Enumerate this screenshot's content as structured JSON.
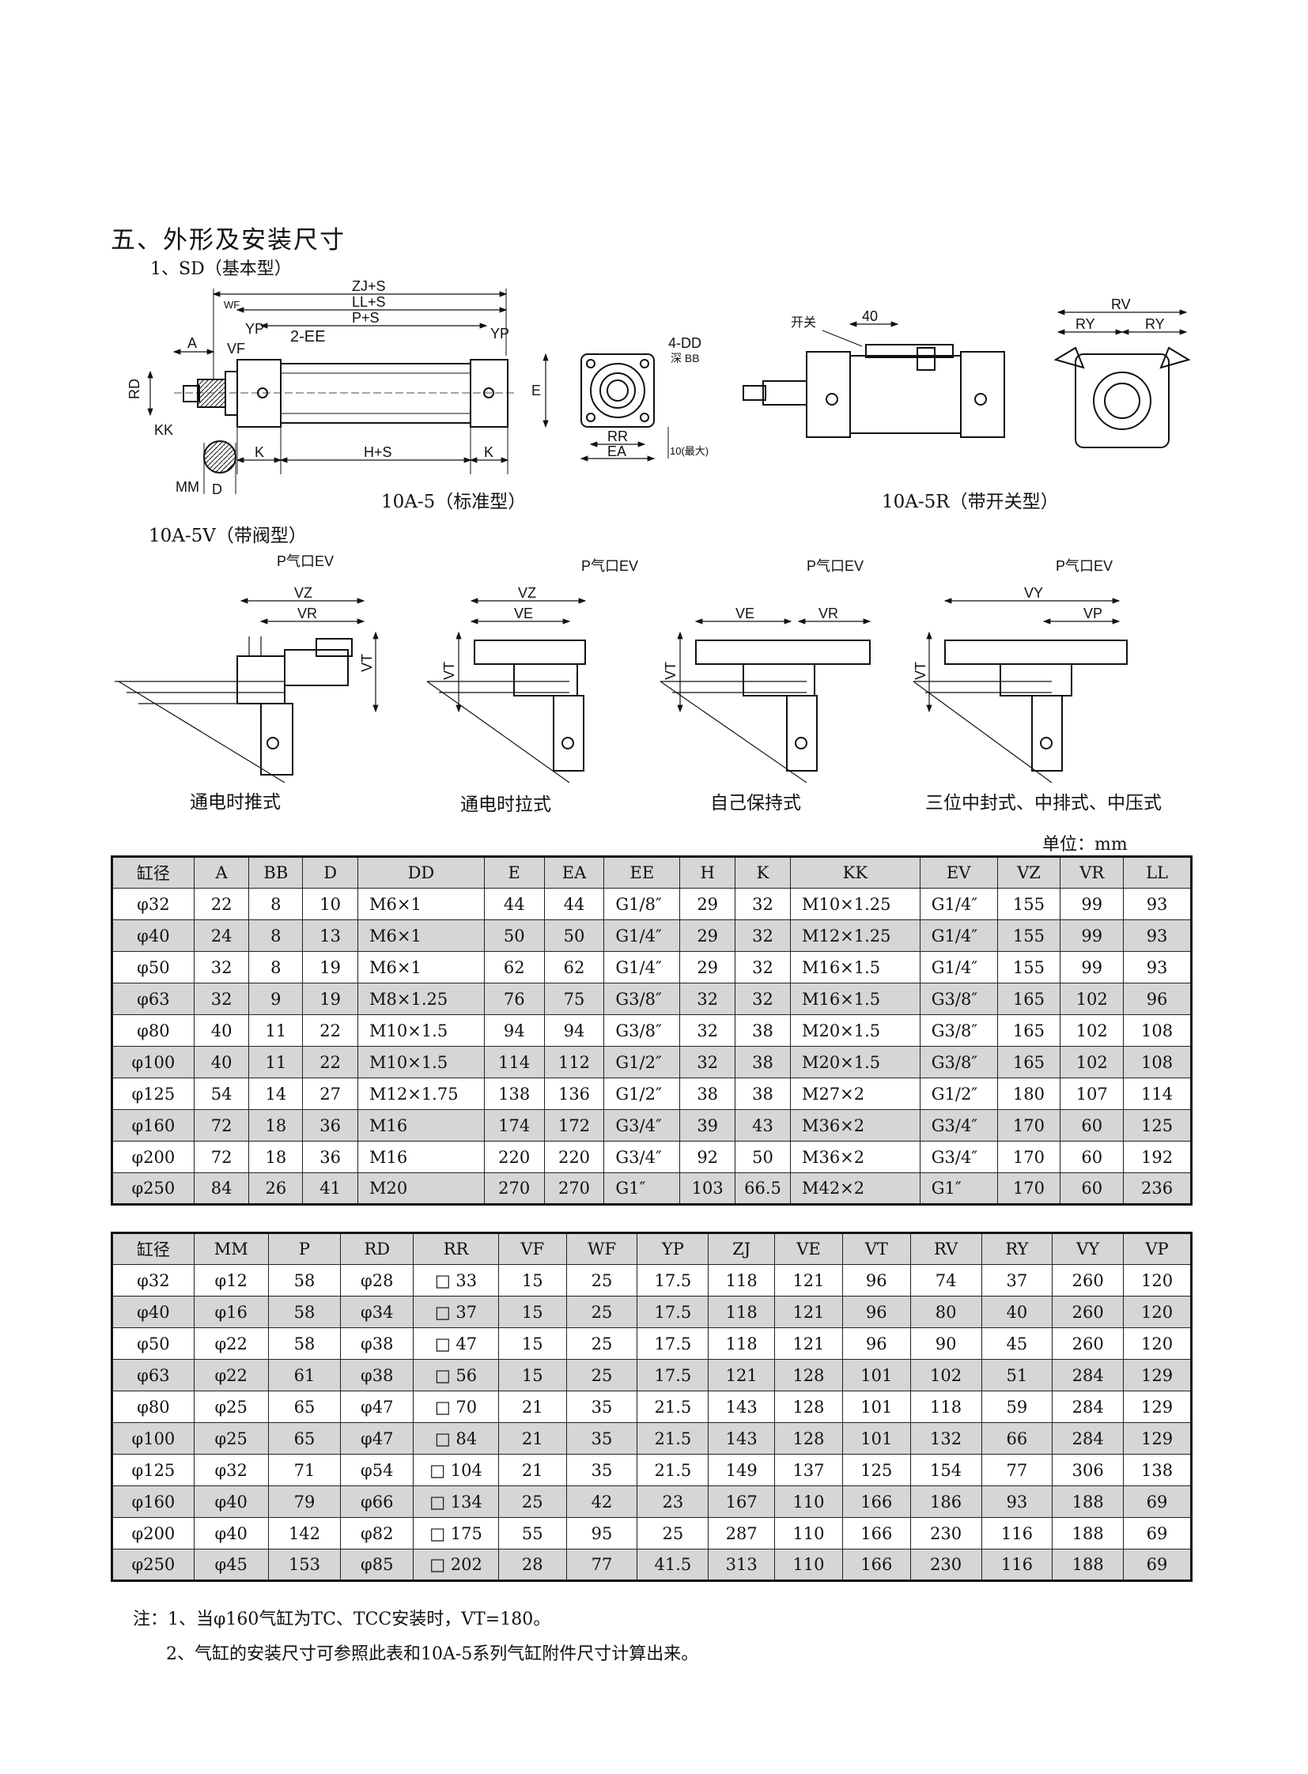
{
  "section_title": "五、外形及安装尺寸",
  "sub_title": "1、SD（基本型）",
  "captions": {
    "standard": "10A-5（标准型）",
    "switch": "10A-5R（带开关型）",
    "valve": "10A-5V（带阀型）",
    "v1": "通电时推式",
    "v2": "通电时拉式",
    "v3": "自己保持式",
    "v4": "三位中封式、中排式、中压式"
  },
  "drawing_labels": {
    "zj": "ZJ+S",
    "ll": "LL+S",
    "p": "P+S",
    "wf": "WF",
    "yp": "YP",
    "vf": "VF",
    "a": "A",
    "ee": "2-EE",
    "rd": "RD",
    "kk": "KK",
    "mm": "MM",
    "d": "D",
    "k": "K",
    "hs": "H+S",
    "e": "E",
    "dd": "4-DD",
    "deep": "深 BB",
    "rr": "RR",
    "ea": "EA",
    "max": "10(最大)",
    "switch": "开关",
    "forty": "40",
    "rv": "RV",
    "ry": "RY",
    "pev": "P气口EV",
    "vz": "VZ",
    "vr": "VR",
    "vt": "VT",
    "ve": "VE",
    "vy": "VY",
    "vp": "VP"
  },
  "unit": "单位：mm",
  "table1": {
    "headers": [
      "缸径",
      "A",
      "BB",
      "D",
      "DD",
      "E",
      "EA",
      "EE",
      "H",
      "K",
      "KK",
      "EV",
      "VZ",
      "VR",
      "LL"
    ],
    "rows": [
      [
        "φ32",
        "22",
        "8",
        "10",
        "M6×1",
        "44",
        "44",
        "G1/8″",
        "29",
        "32",
        "M10×1.25",
        "G1/4″",
        "155",
        "99",
        "93"
      ],
      [
        "φ40",
        "24",
        "8",
        "13",
        "M6×1",
        "50",
        "50",
        "G1/4″",
        "29",
        "32",
        "M12×1.25",
        "G1/4″",
        "155",
        "99",
        "93"
      ],
      [
        "φ50",
        "32",
        "8",
        "19",
        "M6×1",
        "62",
        "62",
        "G1/4″",
        "29",
        "32",
        "M16×1.5",
        "G1/4″",
        "155",
        "99",
        "93"
      ],
      [
        "φ63",
        "32",
        "9",
        "19",
        "M8×1.25",
        "76",
        "75",
        "G3/8″",
        "32",
        "32",
        "M16×1.5",
        "G3/8″",
        "165",
        "102",
        "96"
      ],
      [
        "φ80",
        "40",
        "11",
        "22",
        "M10×1.5",
        "94",
        "94",
        "G3/8″",
        "32",
        "38",
        "M20×1.5",
        "G3/8″",
        "165",
        "102",
        "108"
      ],
      [
        "φ100",
        "40",
        "11",
        "22",
        "M10×1.5",
        "114",
        "112",
        "G1/2″",
        "32",
        "38",
        "M20×1.5",
        "G3/8″",
        "165",
        "102",
        "108"
      ],
      [
        "φ125",
        "54",
        "14",
        "27",
        "M12×1.75",
        "138",
        "136",
        "G1/2″",
        "38",
        "38",
        "M27×2",
        "G1/2″",
        "180",
        "107",
        "114"
      ],
      [
        "φ160",
        "72",
        "18",
        "36",
        "M16",
        "174",
        "172",
        "G3/4″",
        "39",
        "43",
        "M36×2",
        "G3/4″",
        "170",
        "60",
        "125"
      ],
      [
        "φ200",
        "72",
        "18",
        "36",
        "M16",
        "220",
        "220",
        "G3/4″",
        "92",
        "50",
        "M36×2",
        "G3/4″",
        "170",
        "60",
        "192"
      ],
      [
        "φ250",
        "84",
        "26",
        "41",
        "M20",
        "270",
        "270",
        "G1″",
        "103",
        "66.5",
        "M42×2",
        "G1″",
        "170",
        "60",
        "236"
      ]
    ]
  },
  "table2": {
    "headers": [
      "缸径",
      "MM",
      "P",
      "RD",
      "RR",
      "VF",
      "WF",
      "YP",
      "ZJ",
      "VE",
      "VT",
      "RV",
      "RY",
      "VY",
      "VP"
    ],
    "rows": [
      [
        "φ32",
        "φ12",
        "58",
        "φ28",
        "□ 33",
        "15",
        "25",
        "17.5",
        "118",
        "121",
        "96",
        "74",
        "37",
        "260",
        "120"
      ],
      [
        "φ40",
        "φ16",
        "58",
        "φ34",
        "□ 37",
        "15",
        "25",
        "17.5",
        "118",
        "121",
        "96",
        "80",
        "40",
        "260",
        "120"
      ],
      [
        "φ50",
        "φ22",
        "58",
        "φ38",
        "□ 47",
        "15",
        "25",
        "17.5",
        "118",
        "121",
        "96",
        "90",
        "45",
        "260",
        "120"
      ],
      [
        "φ63",
        "φ22",
        "61",
        "φ38",
        "□ 56",
        "15",
        "25",
        "17.5",
        "121",
        "128",
        "101",
        "102",
        "51",
        "284",
        "129"
      ],
      [
        "φ80",
        "φ25",
        "65",
        "φ47",
        "□ 70",
        "21",
        "35",
        "21.5",
        "143",
        "128",
        "101",
        "118",
        "59",
        "284",
        "129"
      ],
      [
        "φ100",
        "φ25",
        "65",
        "φ47",
        "□ 84",
        "21",
        "35",
        "21.5",
        "143",
        "128",
        "101",
        "132",
        "66",
        "284",
        "129"
      ],
      [
        "φ125",
        "φ32",
        "71",
        "φ54",
        "□ 104",
        "21",
        "35",
        "21.5",
        "149",
        "137",
        "125",
        "154",
        "77",
        "306",
        "138"
      ],
      [
        "φ160",
        "φ40",
        "79",
        "φ66",
        "□ 134",
        "25",
        "42",
        "23",
        "167",
        "110",
        "166",
        "186",
        "93",
        "188",
        "69"
      ],
      [
        "φ200",
        "φ40",
        "142",
        "φ82",
        "□ 175",
        "55",
        "95",
        "25",
        "287",
        "110",
        "166",
        "230",
        "116",
        "188",
        "69"
      ],
      [
        "φ250",
        "φ45",
        "153",
        "φ85",
        "□ 202",
        "28",
        "77",
        "41.5",
        "313",
        "110",
        "166",
        "230",
        "116",
        "188",
        "69"
      ]
    ]
  },
  "notes": [
    "注：1、当φ160气缸为TC、TCC安装时，VT=180。",
    "2、气缸的安装尺寸可参照此表和10A-5系列气缸附件尺寸计算出来。"
  ]
}
